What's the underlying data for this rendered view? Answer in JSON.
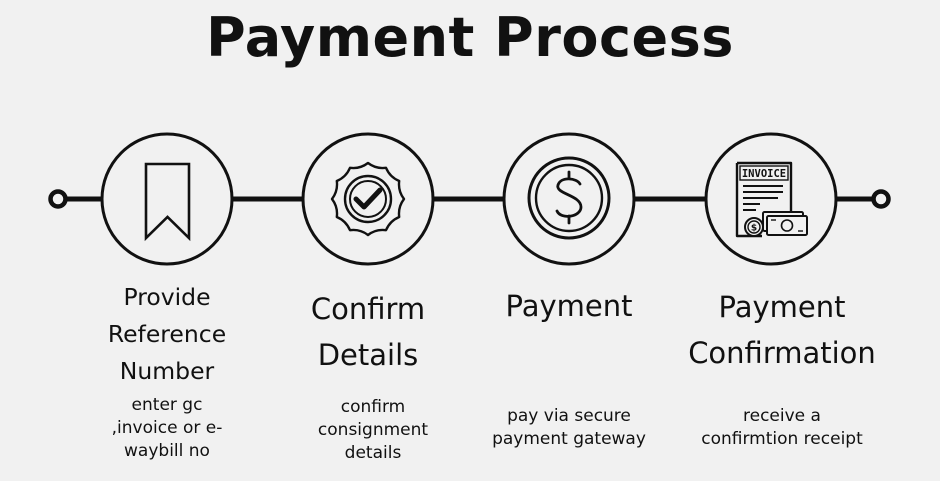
{
  "title": "Payment Process",
  "steps": [
    {
      "icon": "bookmark-icon",
      "title": "Provide\nReference\nNumber",
      "description": "enter gc\n,invoice  or e-\nwaybill no"
    },
    {
      "icon": "verified-badge-icon",
      "title": "Confirm\nDetails",
      "description": "confirm\nconsignment\ndetails"
    },
    {
      "icon": "dollar-coin-icon",
      "title": "Payment",
      "description": "pay via secure\npayment gateway"
    },
    {
      "icon": "invoice-icon",
      "title": "Payment\nConfirmation",
      "description": "receive a\nconfirmtion receipt",
      "icon_text": "INVOICE"
    }
  ]
}
